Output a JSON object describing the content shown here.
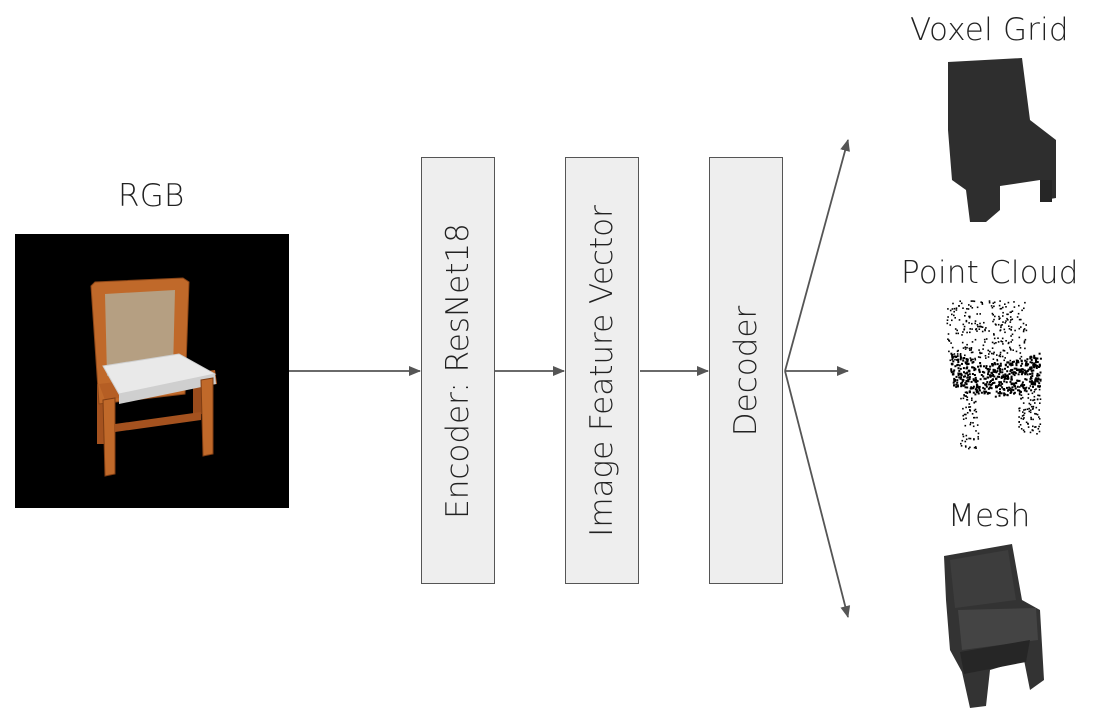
{
  "inputs": {
    "rgb_label": "RGB"
  },
  "pipeline": {
    "encoder_label": "Encoder: ResNet18",
    "feature_label": "Image Feature Vector",
    "decoder_label": "Decoder"
  },
  "outputs": {
    "voxel_label": "Voxel Grid",
    "point_cloud_label": "Point Cloud",
    "mesh_label": "Mesh"
  },
  "colors": {
    "arrow": "#555555",
    "block_fill": "#eeeeee",
    "chair_wood": "#c0692a",
    "chair_back": "#b59f82",
    "chair_seat": "#e9e9e9"
  }
}
